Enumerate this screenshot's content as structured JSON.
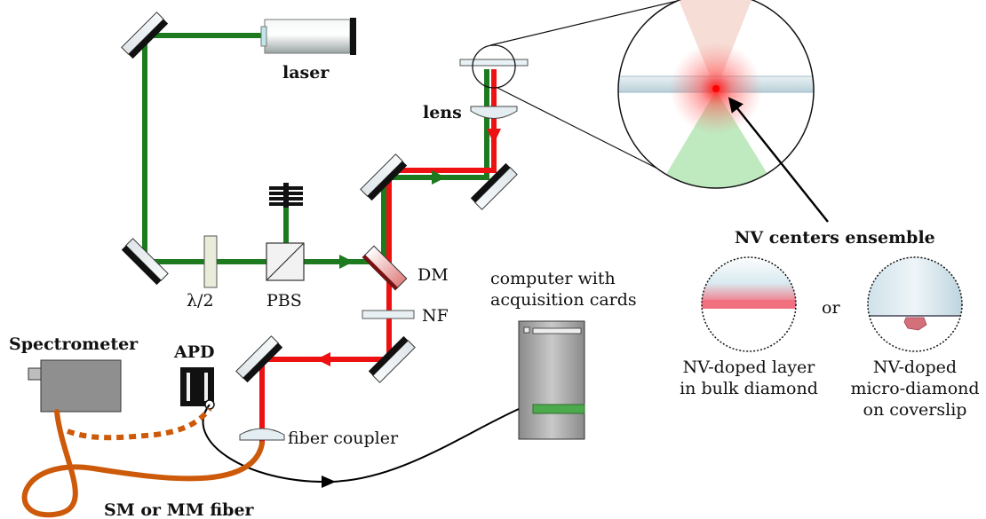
{
  "labels": {
    "laser": "laser",
    "lens": "lens",
    "half_wave": "λ/2",
    "pbs": "PBS",
    "dm": "DM",
    "nf": "NF",
    "computer_line1": "computer with",
    "computer_line2": "acquisition cards",
    "spectrometer": "Spectrometer",
    "apd": "APD",
    "fiber_coupler": "fiber coupler",
    "sm_mm_fiber": "SM or MM fiber",
    "nv_ensemble": "NV centers ensemble",
    "or": "or",
    "layer_line1": "NV-doped layer",
    "layer_line2": "in bulk diamond",
    "micro_line1": "NV-doped",
    "micro_line2": "micro-diamond",
    "micro_line3": "on coverslip"
  },
  "colors": {
    "green_beam": "#1e7a1e",
    "red_beam": "#ee1111",
    "fiber": "#cc5a0a",
    "cable": "#000000",
    "excitation_cone": "#bfeabf",
    "fluorescence_spot": "#ff2222"
  },
  "icons": [
    "mirror-icon",
    "laser-icon",
    "lens-icon",
    "waveplate-icon",
    "beam-splitter-icon",
    "beam-dump-icon",
    "dichroic-mirror-icon",
    "filter-icon",
    "computer-icon",
    "spectrometer-icon",
    "apd-icon",
    "fiber-coupler-icon"
  ]
}
